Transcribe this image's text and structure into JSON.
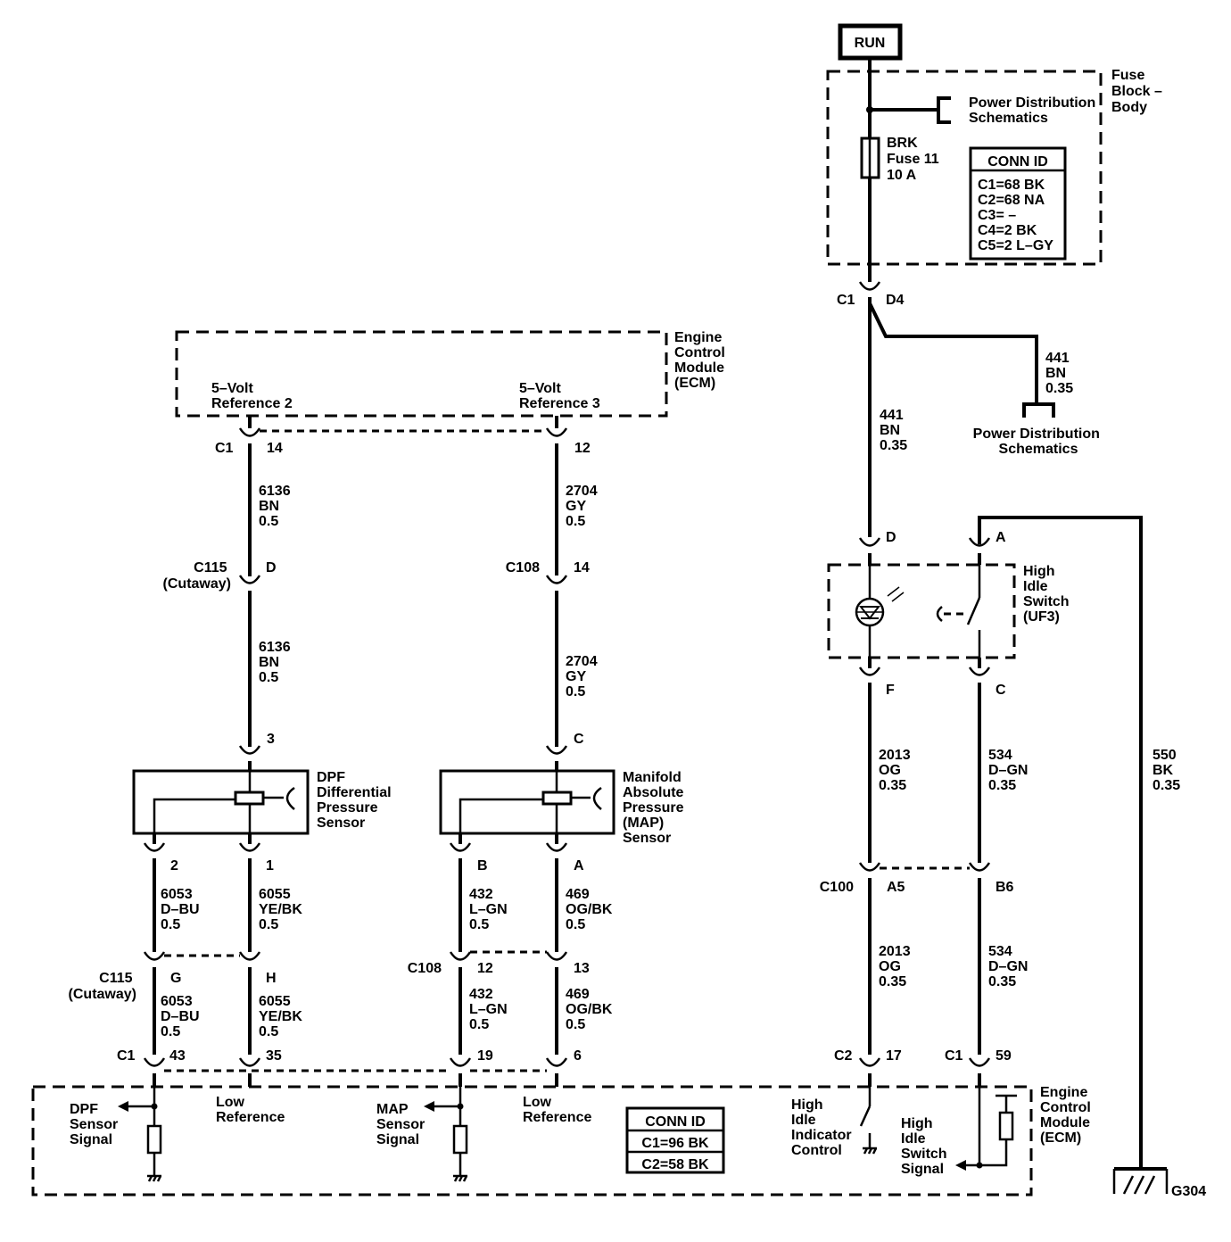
{
  "labels": {
    "run": "RUN",
    "fuse_block": [
      "Fuse",
      "Block –",
      "Body"
    ],
    "power_dist_top": [
      "Power Distribution",
      "Schematics"
    ],
    "fuse": [
      "BRK",
      "Fuse 11",
      "10 A"
    ],
    "conn_id_top_title": "CONN ID",
    "conn_id_top": [
      "C1=68 BK",
      "C2=68 NA",
      "C3= –",
      "C4=2 BK",
      "C5=2 L–GY"
    ],
    "c1_top": "C1",
    "d4": "D4",
    "wire_441_branch": [
      "441",
      "BN",
      "0.35"
    ],
    "power_dist_right": [
      "Power Distribution",
      "Schematics"
    ],
    "wire_441_main": [
      "441",
      "BN",
      "0.35"
    ],
    "ecm_top": [
      "Engine",
      "Control",
      "Module",
      "(ECM)"
    ],
    "ref2": [
      "5–Volt",
      "Reference 2"
    ],
    "ref3": [
      "5–Volt",
      "Reference 3"
    ],
    "c1_ecm": "C1",
    "pin14": "14",
    "pin12": "12",
    "wire_6136_a": [
      "6136",
      "BN",
      "0.5"
    ],
    "wire_2704_a": [
      "2704",
      "GY",
      "0.5"
    ],
    "c115_top": [
      "C115",
      "(Cutaway)"
    ],
    "pin_d_c115": "D",
    "c108_top": "C108",
    "pin14_c108": "14",
    "wire_6136_b": [
      "6136",
      "BN",
      "0.5"
    ],
    "wire_2704_b": [
      "2704",
      "GY",
      "0.5"
    ],
    "pin3": "3",
    "pinC_map": "C",
    "dpf_sensor": [
      "DPF",
      "Differential",
      "Pressure",
      "Sensor"
    ],
    "map_sensor": [
      "Manifold",
      "Absolute",
      "Pressure",
      "(MAP)",
      "Sensor"
    ],
    "pin2": "2",
    "pin1": "1",
    "pinB": "B",
    "pinA_map": "A",
    "wire_6053_a": [
      "6053",
      "D–BU",
      "0.5"
    ],
    "wire_6055_a": [
      "6055",
      "YE/BK",
      "0.5"
    ],
    "wire_432_a": [
      "432",
      "L–GN",
      "0.5"
    ],
    "wire_469_a": [
      "469",
      "OG/BK",
      "0.5"
    ],
    "c115_bot": [
      "C115",
      "(Cutaway)"
    ],
    "pinG": "G",
    "pinH": "H",
    "c108_bot": "C108",
    "pin12_c108": "12",
    "pin13_c108": "13",
    "wire_6053_b": [
      "6053",
      "D–BU",
      "0.5"
    ],
    "wire_6055_b": [
      "6055",
      "YE/BK",
      "0.5"
    ],
    "wire_432_b": [
      "432",
      "L–GN",
      "0.5"
    ],
    "wire_469_b": [
      "469",
      "OG/BK",
      "0.5"
    ],
    "c1_bot": "C1",
    "pin43": "43",
    "pin35": "35",
    "pin19": "19",
    "pin6": "6",
    "dpf_signal": [
      "DPF",
      "Sensor",
      "Signal"
    ],
    "low_ref_1": [
      "Low",
      "Reference"
    ],
    "map_signal": [
      "MAP",
      "Sensor",
      "Signal"
    ],
    "low_ref_2": [
      "Low",
      "Reference"
    ],
    "conn_id_bot_title": "CONN ID",
    "conn_id_bot": [
      "C1=96 BK",
      "C2=58 BK"
    ],
    "pinD_sw": "D",
    "pinA_sw": "A",
    "high_idle_switch": [
      "High",
      "Idle",
      "Switch",
      "(UF3)"
    ],
    "pinF": "F",
    "pinC_sw": "C",
    "wire_2013_a": [
      "2013",
      "OG",
      "0.35"
    ],
    "wire_534_a": [
      "534",
      "D–GN",
      "0.35"
    ],
    "wire_550": [
      "550",
      "BK",
      "0.35"
    ],
    "c100": "C100",
    "pinA5": "A5",
    "pinB6": "B6",
    "wire_2013_b": [
      "2013",
      "OG",
      "0.35"
    ],
    "wire_534_b": [
      "534",
      "D–GN",
      "0.35"
    ],
    "c2_bot": "C2",
    "pin17": "17",
    "c1_bot_r": "C1",
    "pin59": "59",
    "ecm_bot": [
      "Engine",
      "Control",
      "Module",
      "(ECM)"
    ],
    "hi_indicator": [
      "High",
      "Idle",
      "Indicator",
      "Control"
    ],
    "hi_switch_signal": [
      "High",
      "Idle",
      "Switch",
      "Signal"
    ],
    "g304": "G304"
  }
}
